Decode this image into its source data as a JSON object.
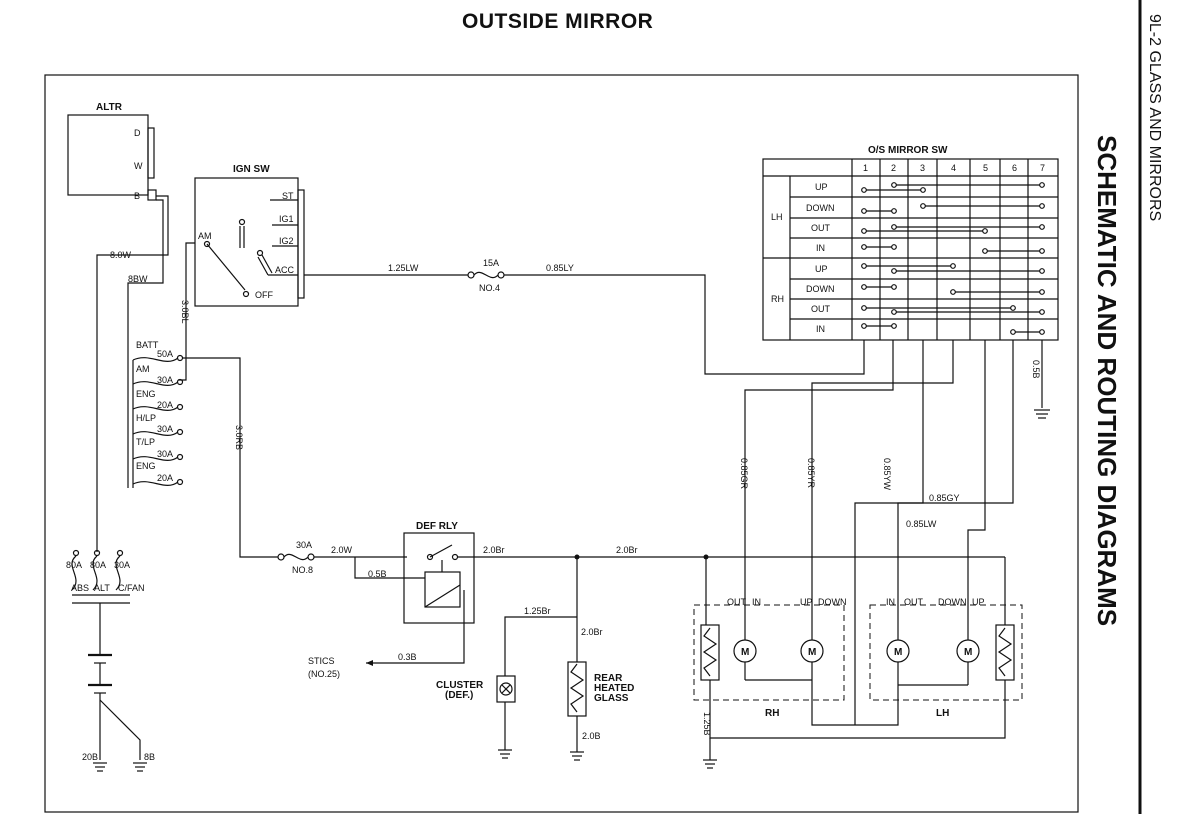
{
  "page": {
    "title": "OUTSIDE MIRROR",
    "side_header": "9L-2 GLASS AND MIRRORS",
    "side_title": "SCHEMATIC AND ROUTING DIAGRAMS"
  },
  "components": {
    "altr": {
      "name": "ALTR",
      "terminals": [
        "D",
        "W",
        "B"
      ]
    },
    "ign_sw": {
      "name": "IGN SW",
      "positions": [
        "ST",
        "IG1",
        "IG2",
        "ACC",
        "AM",
        "OFF"
      ]
    },
    "fuse_15a": {
      "rating": "15A",
      "number": "NO.4"
    },
    "fuse_30a": {
      "rating": "30A",
      "number": "NO.8"
    },
    "def_rly": {
      "name": "DEF RLY"
    },
    "fusible_links": [
      {
        "label": "BATT",
        "rating": "50A"
      },
      {
        "label": "AM",
        "rating": "30A"
      },
      {
        "label": "ENG",
        "rating": "20A"
      },
      {
        "label": "H/LP",
        "rating": "30A"
      },
      {
        "label": "T/LP",
        "rating": "30A"
      },
      {
        "label": "ENG",
        "rating": "20A"
      }
    ],
    "main_fuses": [
      {
        "label": "ABS",
        "rating": "80A"
      },
      {
        "label": "ALT",
        "rating": "80A"
      },
      {
        "label": "C/FAN",
        "rating": "30A"
      }
    ],
    "cluster": {
      "line1": "CLUSTER",
      "line2": "(DEF.)"
    },
    "rear_glass": {
      "line1": "REAR",
      "line2": "HEATED",
      "line3": "GLASS"
    },
    "stics": {
      "line1": "STICS",
      "line2": "(NO.25)"
    },
    "grounds": [
      "20B",
      "8B"
    ],
    "mirror_rh": {
      "name": "RH",
      "labels": [
        "OUT",
        "IN",
        "UP",
        "DOWN"
      ]
    },
    "mirror_lh": {
      "name": "LH",
      "labels": [
        "IN",
        "OUT",
        "DOWN",
        "UP"
      ]
    },
    "motor_label": "M"
  },
  "switch_table": {
    "title": "O/S MIRROR SW",
    "pins": [
      "1",
      "2",
      "3",
      "4",
      "5",
      "6",
      "7"
    ],
    "groups": [
      {
        "side": "LH",
        "rows": [
          "UP",
          "DOWN",
          "OUT",
          "IN"
        ]
      },
      {
        "side": "RH",
        "rows": [
          "UP",
          "DOWN",
          "OUT",
          "IN"
        ]
      }
    ]
  },
  "wires": {
    "w_8_0W": "8.0W",
    "w_8BW": "8BW",
    "w_3_0BL": "3.0BL",
    "w_3_0RB": "3.0RB",
    "w_1_25LW": "1.25LW",
    "w_0_85LY": "0.85LY",
    "w_2_0W": "2.0W",
    "w_0_5B_relay": "0.5B",
    "w_2_0Br_a": "2.0Br",
    "w_2_0Br_b": "2.0Br",
    "w_1_25Br": "1.25Br",
    "w_2_0Br_c": "2.0Br",
    "w_2_0B": "2.0B",
    "w_0_3B": "0.3B",
    "w_0_85GR": "0.85GR",
    "w_0_85YR": "0.85YR",
    "w_0_85YW": "0.85YW",
    "w_0_85GY": "0.85GY",
    "w_0_85LW": "0.85LW",
    "w_0_5B_sw": "0.5B",
    "w_1_25B": "1.25B"
  }
}
